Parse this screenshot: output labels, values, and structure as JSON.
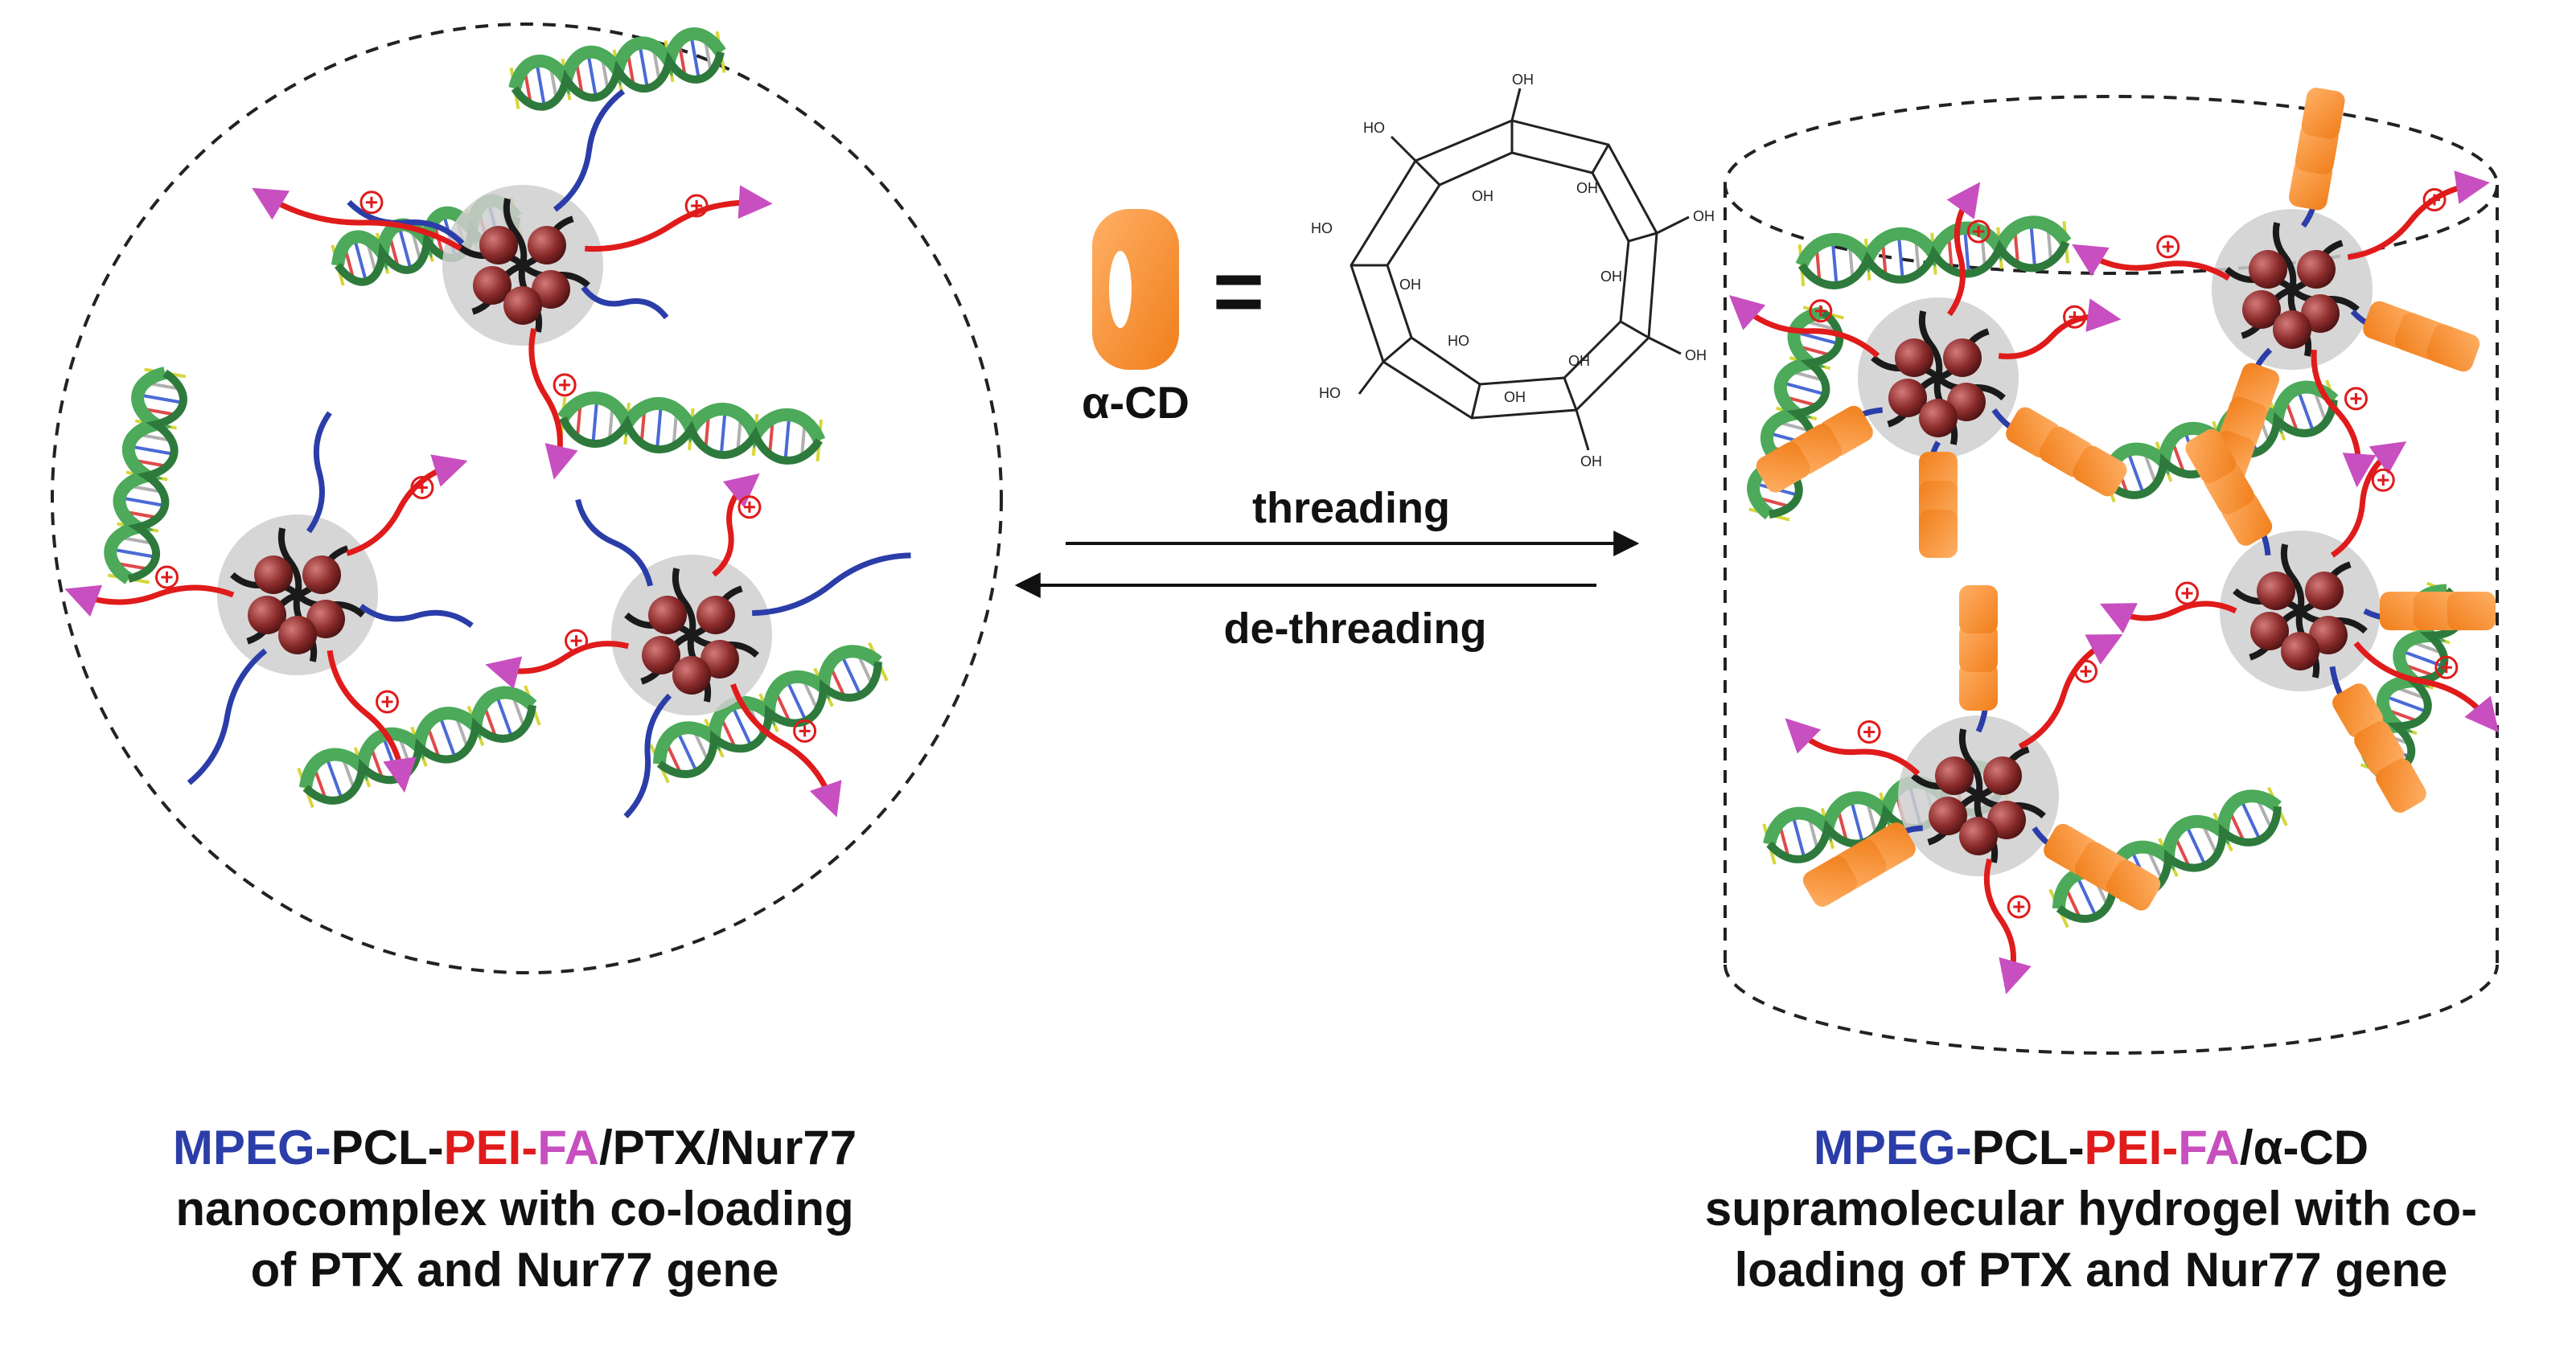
{
  "colors": {
    "mpeg": "#2b3da8",
    "pei": "#e01b1b",
    "fa": "#c84fc0",
    "dna_green": "#4caa5a",
    "core": "#8b2b2b",
    "alpha_cd": "#f7912f",
    "shell": "#cfcfcf"
  },
  "legend": {
    "alpha_cd_label": "α-CD",
    "equals": "=",
    "oh_label": "OH",
    "ho_label": "HO"
  },
  "arrows": {
    "forward_label": "threading",
    "reverse_label": "de-threading"
  },
  "left_panel": {
    "caption": {
      "seg_mpeg": "MPEG",
      "dash1": "-",
      "seg_pcl": "PCL",
      "dash2": "-",
      "seg_pei": "PEI",
      "dash3": "-",
      "seg_fa": "FA",
      "seg_rest": "/PTX/Nur77",
      "line2": "nanocomplex with co-loading",
      "line3": "of PTX and Nur77 gene"
    }
  },
  "right_panel": {
    "caption": {
      "seg_mpeg": "MPEG",
      "dash1": "-",
      "seg_pcl": "PCL",
      "dash2": "-",
      "seg_pei": "PEI",
      "dash3": "-",
      "seg_fa": "FA",
      "seg_rest": "/α-CD",
      "line2": "supramolecular hydrogel with co-",
      "line3": "loading of PTX and Nur77 gene"
    }
  }
}
